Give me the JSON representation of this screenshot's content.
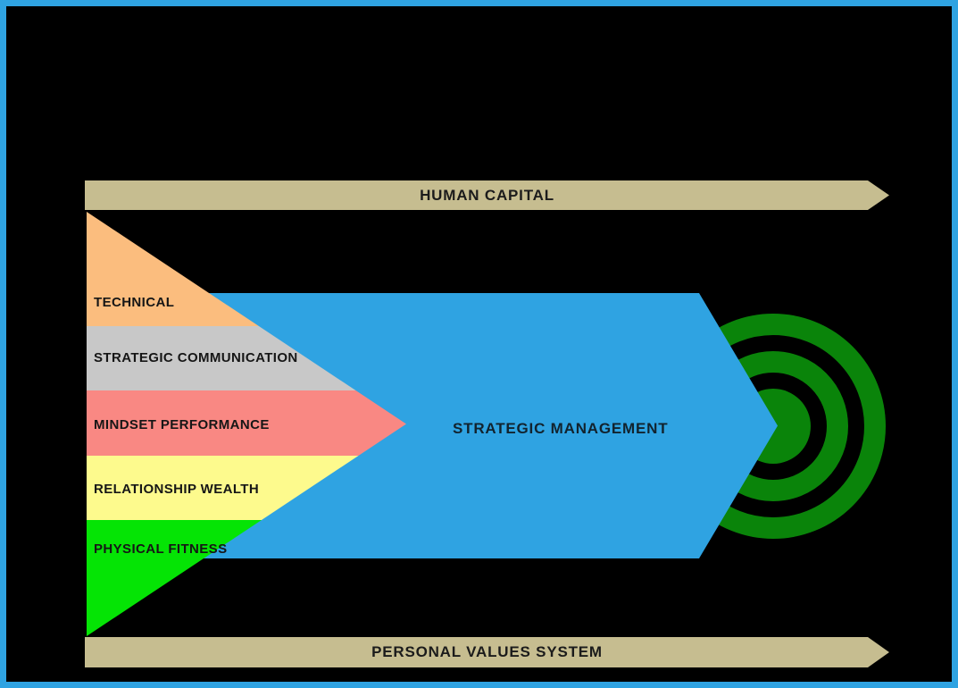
{
  "diagram": {
    "top_banner": {
      "label": "HUMAN CAPITAL"
    },
    "bottom_banner": {
      "label": "PERSONAL VALUES SYSTEM"
    },
    "main_arrow": {
      "label": "STRATEGIC MANAGEMENT"
    },
    "pyramid_layers": [
      {
        "label": "TECHNICAL",
        "color": "#fbbd7e"
      },
      {
        "label": "STRATEGIC COMMUNICATION",
        "color": "#c8c8c8"
      },
      {
        "label": "MINDSET PERFORMANCE",
        "color": "#f98883"
      },
      {
        "label": "RELATIONSHIP WEALTH",
        "color": "#fdfa8d"
      },
      {
        "label": "PHYSICAL FITNESS",
        "color": "#05e405"
      }
    ],
    "colors": {
      "background": "#000000",
      "frame_border": "#2fa3e2",
      "banner": "#c6bd90",
      "main_arrow": "#2fa3e2",
      "target_green": "#0a840a"
    },
    "icons": {
      "target": "concentric-circles-target"
    }
  }
}
